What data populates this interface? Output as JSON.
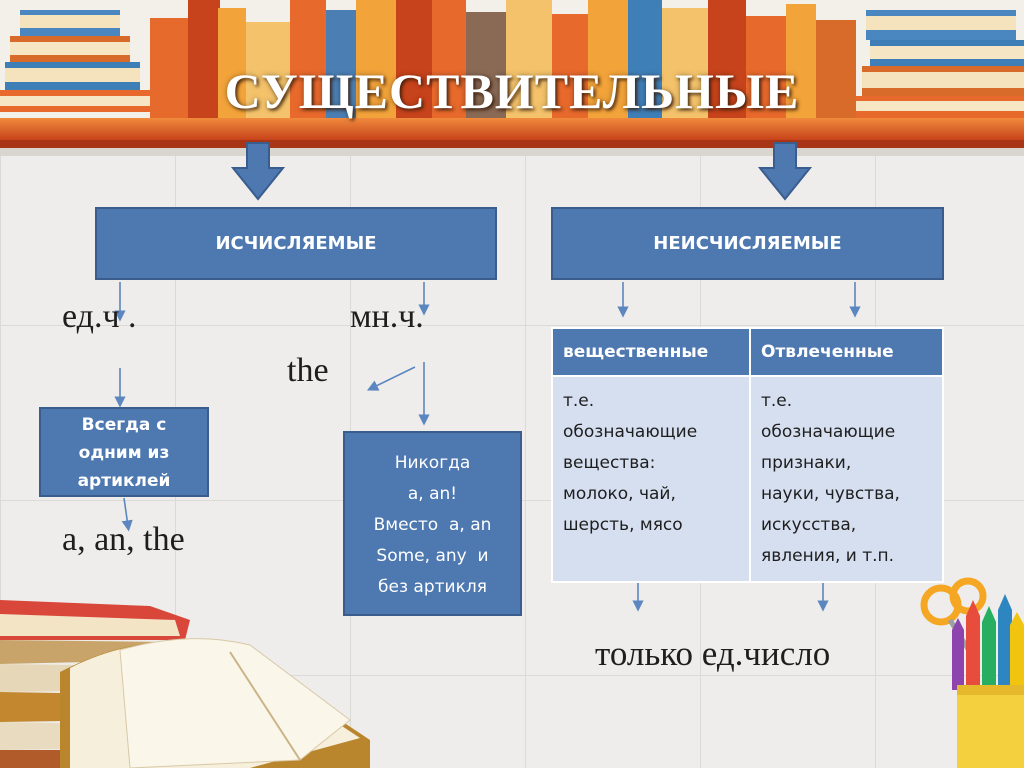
{
  "title": "СУЩЕСТВИТЕЛЬНЫЕ",
  "colors": {
    "box_blue": "#4e78b0",
    "table_body": "#d5dff0",
    "arrow_blue": "#5b86bf"
  },
  "countable": {
    "header": "ИСЧИСЛЯЕМЫЕ",
    "singular_label": "ед.ч .",
    "plural_label": "мн.ч.",
    "the_label": "the",
    "always_box": [
      "Всегда с",
      "одним из",
      "артиклей"
    ],
    "articles_label": "a, an, the",
    "never_box": [
      "Никогда",
      "a, an!",
      "Вместо  a, an",
      "Some, any  и",
      "без артикля"
    ]
  },
  "uncountable": {
    "header": "НЕИСЧИСЛЯЕМЫЕ",
    "table": {
      "headers": [
        "вещественные",
        "Отвлеченные"
      ],
      "col1_lines": [
        "т.е.",
        "обозначающие",
        "вещества:",
        "молоко, чай,",
        "шерсть, мясо"
      ],
      "col2_lines": [
        "т.е.",
        "обозначающие",
        "признаки,",
        "науки, чувства,",
        "искусства,",
        "явления, и т.п."
      ]
    },
    "only_singular": "только ед.число"
  },
  "decor": [
    "books-shelf-icon",
    "book-stack-icon",
    "scissors-icon",
    "pencil-cup-icon"
  ]
}
